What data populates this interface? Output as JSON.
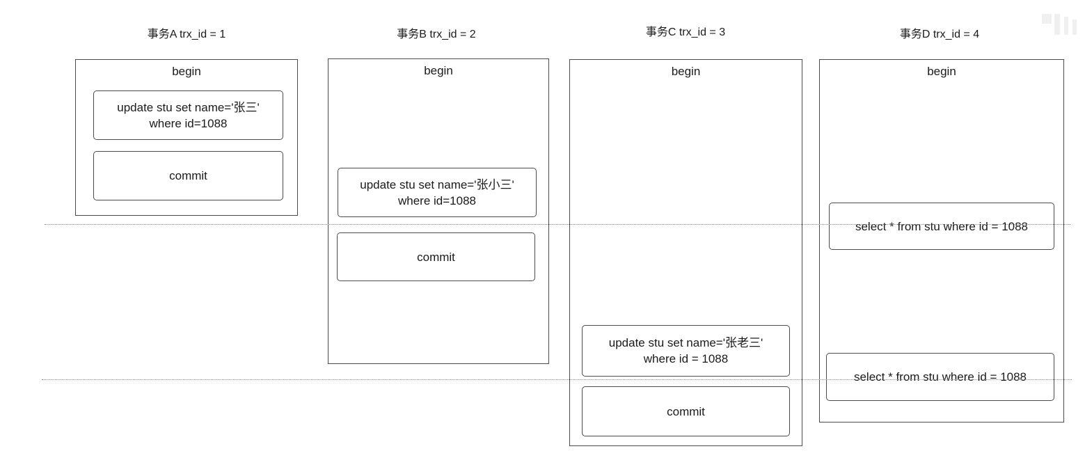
{
  "transactions": [
    {
      "title": "事务A trx_id = 1",
      "begin": "begin",
      "steps": [
        {
          "line1": "update stu set name='张三'",
          "line2": "where id=1088"
        },
        {
          "line1": "commit",
          "line2": ""
        }
      ]
    },
    {
      "title": "事务B trx_id = 2",
      "begin": "begin",
      "steps": [
        {
          "line1": "update stu set name='张小三'",
          "line2": "where id=1088"
        },
        {
          "line1": "commit",
          "line2": ""
        }
      ]
    },
    {
      "title": "事务C trx_id = 3",
      "begin": "begin",
      "steps": [
        {
          "line1": "update stu set name='张老三'",
          "line2": "where id = 1088"
        },
        {
          "line1": "commit",
          "line2": ""
        }
      ]
    },
    {
      "title": "事务D trx_id = 4",
      "begin": "begin",
      "steps": [
        {
          "line1": "select * from stu where id = 1088",
          "line2": ""
        },
        {
          "line1": "select * from stu where id = 1088",
          "line2": ""
        }
      ]
    }
  ]
}
